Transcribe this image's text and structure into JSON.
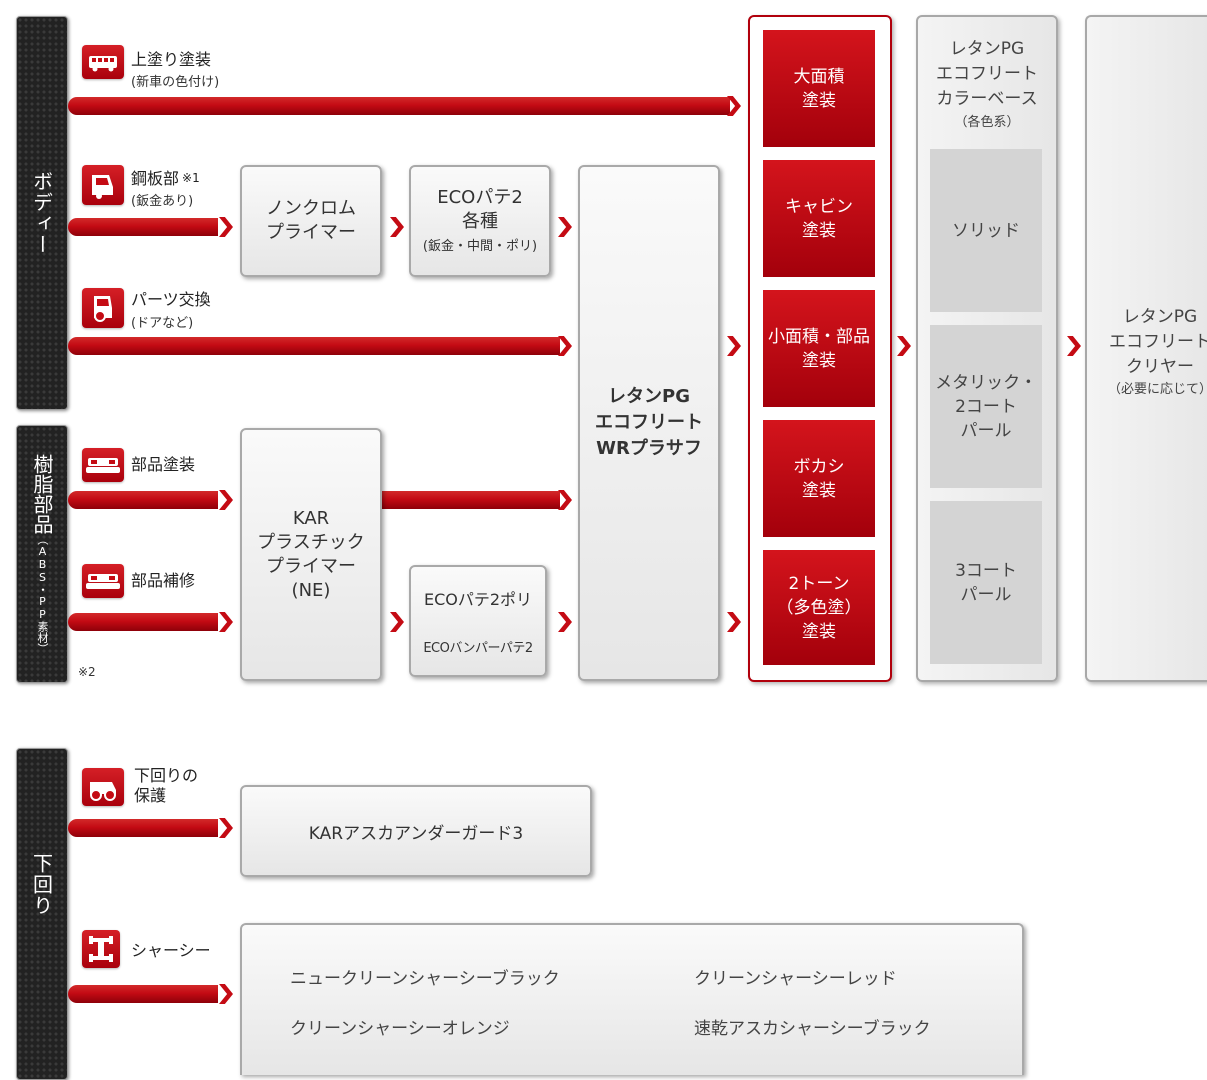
{
  "categories": {
    "body": "ボディー",
    "resin_main": "樹脂部品",
    "resin_sub": "（ABS・PP素材）",
    "under": "下回り"
  },
  "rows": {
    "topcoat": {
      "label": "上塗り塗装",
      "sub": "(新車の色付け)",
      "icon": "bus-icon"
    },
    "steel": {
      "label": "鋼板部",
      "note": "※1",
      "sub": "(鈑金あり)",
      "icon": "truck-cab-icon"
    },
    "parts": {
      "label": "パーツ交換",
      "sub": "(ドアなど)",
      "icon": "door-gear-icon"
    },
    "part_paint": {
      "label": "部品塗装",
      "icon": "bumper-icon"
    },
    "part_repair": {
      "label": "部品補修",
      "icon": "bumper-icon"
    },
    "under_protect": {
      "label1": "下回りの",
      "label2": "保護",
      "icon": "truck-under-icon"
    },
    "chassis": {
      "label": "シャーシー",
      "icon": "chassis-icon"
    }
  },
  "note2": "※2",
  "boxes": {
    "nonchrome": [
      "ノンクロム",
      "プライマー"
    ],
    "ecoputty": {
      "line1": "ECOパテ2",
      "line2": "各種",
      "sub": "(鈑金・中間・ポリ)"
    },
    "wr_prasaf": [
      "レタンPG",
      "エコフリート",
      "WRプラサフ"
    ],
    "kar_primer": [
      "KAR",
      "プラスチック",
      "プライマー",
      "(NE)"
    ],
    "eco_poly": "ECOパテ2ポリ",
    "eco_bumper": "ECOバンパーパテ2",
    "underguard": "KARアスカアンダーガード3"
  },
  "paint_types": [
    [
      "大面積",
      "塗装"
    ],
    [
      "キャビン",
      "塗装"
    ],
    [
      "小面積・部品",
      "塗装"
    ],
    [
      "ボカシ",
      "塗装"
    ],
    [
      "2トーン",
      "（多色塗）",
      "塗装"
    ]
  ],
  "colorbase": {
    "title": [
      "レタンPG",
      "エコフリート",
      "カラーベース"
    ],
    "sub": "（各色系）",
    "types": [
      [
        "ソリッド"
      ],
      [
        "メタリック・",
        "2コート",
        "パール"
      ],
      [
        "3コート",
        "パール"
      ]
    ]
  },
  "clear": {
    "title": [
      "レタンPG",
      "エコフリート",
      "クリヤー"
    ],
    "sub": "（必要に応じて）"
  },
  "chassis_products": [
    "ニュークリーンシャーシーブラック",
    "クリーンシャーシーレッド",
    "クリーンシャーシーオレンジ",
    "速乾アスカシャーシーブラック"
  ],
  "colors": {
    "red": "#c40b14",
    "dark": "#222222",
    "gray_border": "#a9a9a9"
  }
}
